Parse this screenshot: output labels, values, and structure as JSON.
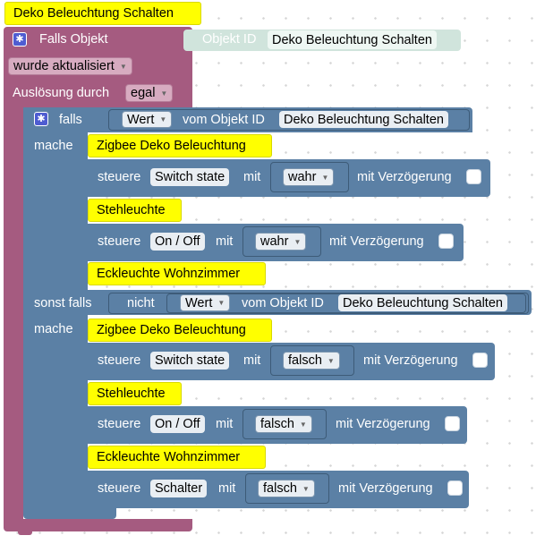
{
  "event": {
    "title": "Deko Beleuchtung Schalten",
    "label_falls_objekt": "Falls Objekt",
    "objekt_id_label": "Objekt ID",
    "objekt_id_value": "Deko Beleuchtung Schalten",
    "trigger_mode": "wurde aktualisiert",
    "ausloesung_label": "Auslösung durch",
    "ausloesung_value": "egal"
  },
  "if_block": {
    "falls_label": "falls",
    "mache_label": "mache",
    "sonst_falls_label": "sonst falls",
    "nicht_label": "nicht",
    "condition": {
      "attr": "Wert",
      "vom_label": "vom Objekt ID",
      "objekt": "Deko Beleuchtung Schalten"
    },
    "branch1": [
      {
        "device": "Zigbee Deko Beleuchtung",
        "steuere": "steuere",
        "state": "Switch state",
        "mit": "mit",
        "value": "wahr",
        "delay_label": "mit Verzögerung"
      },
      {
        "device": "Stehleuchte",
        "steuere": "steuere",
        "state": "On / Off",
        "mit": "mit",
        "value": "wahr",
        "delay_label": "mit Verzögerung"
      },
      {
        "device": "Eckleuchte Wohnzimmer"
      }
    ],
    "branch2": [
      {
        "device": "Zigbee Deko Beleuchtung",
        "steuere": "steuere",
        "state": "Switch state",
        "mit": "mit",
        "value": "falsch",
        "delay_label": "mit Verzögerung"
      },
      {
        "device": "Stehleuchte",
        "steuere": "steuere",
        "state": "On / Off",
        "mit": "mit",
        "value": "falsch",
        "delay_label": "mit Verzögerung"
      },
      {
        "device": "Eckleuchte Wohnzimmer",
        "steuere": "steuere",
        "state": "Schalter",
        "mit": "mit",
        "value": "falsch",
        "delay_label": "mit Verzögerung"
      }
    ]
  },
  "colors": {
    "event_block": "#a55b80",
    "control_block": "#5b80a5",
    "device_highlight": "#ffff00"
  }
}
